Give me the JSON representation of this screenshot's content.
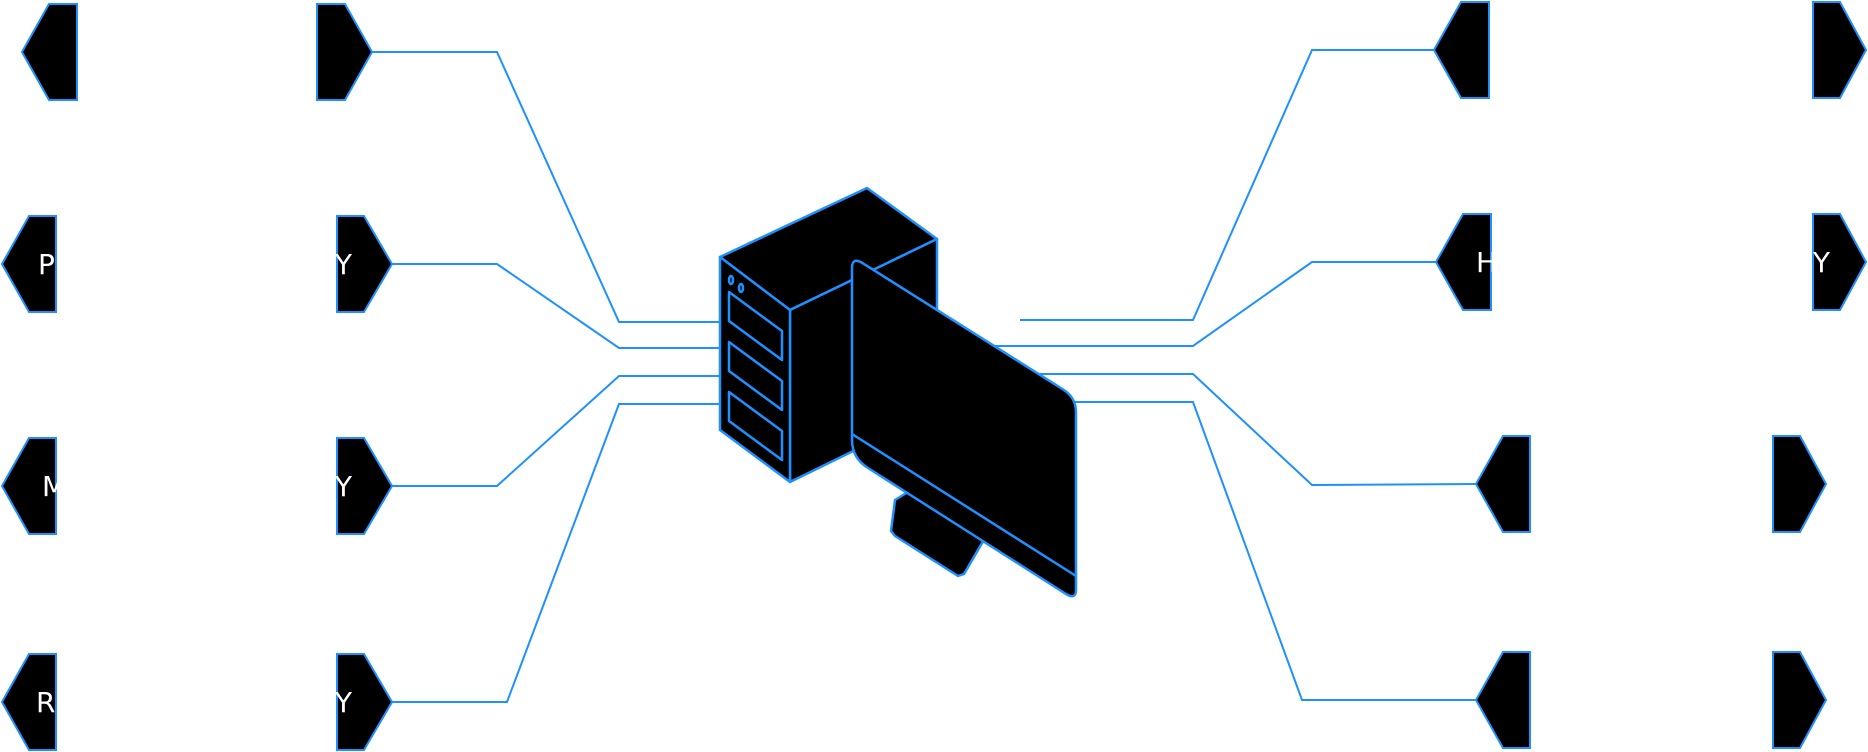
{
  "colors": {
    "line": "#1e90ff",
    "fill": "#000000",
    "text": "#ffffff",
    "background": "#ffffff"
  },
  "center_icon": "desktop-computer-icon",
  "left_nodes": [
    {
      "left_text": "",
      "right_text": ""
    },
    {
      "left_text": "P",
      "right_text": "Y"
    },
    {
      "left_text": "M",
      "right_text": "Y"
    },
    {
      "left_text": "R",
      "right_text": "Y"
    }
  ],
  "right_nodes": [
    {
      "left_text": "",
      "right_text": ""
    },
    {
      "left_text": "H",
      "right_text": "Y"
    },
    {
      "left_text": "",
      "right_text": ""
    },
    {
      "left_text": "",
      "right_text": ""
    }
  ]
}
